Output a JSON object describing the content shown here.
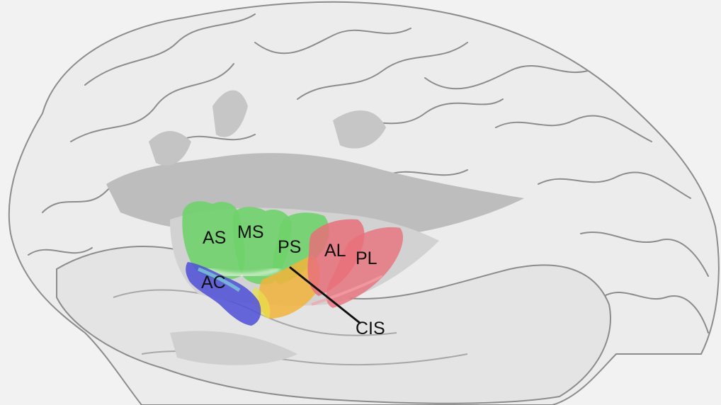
{
  "figure": {
    "background": "#f2f2f2",
    "brain_fill": "#e9e9e9",
    "outline_color": "#8c8c8c",
    "fissure_color": "#b4b4b4",
    "regions": [
      {
        "id": "AS",
        "label": "AS",
        "color": "#6fd26a"
      },
      {
        "id": "MS",
        "label": "MS",
        "color": "#6fd26a"
      },
      {
        "id": "PS",
        "label": "PS",
        "color": "#6fd26a"
      },
      {
        "id": "AL",
        "label": "AL",
        "color": "#e8707a"
      },
      {
        "id": "PL",
        "label": "PL",
        "color": "#e8707a"
      },
      {
        "id": "AC",
        "label": "AC",
        "color": "#4f4fd8"
      },
      {
        "id": "CIS",
        "label": "CIS",
        "color": "#f2b43c"
      }
    ]
  }
}
